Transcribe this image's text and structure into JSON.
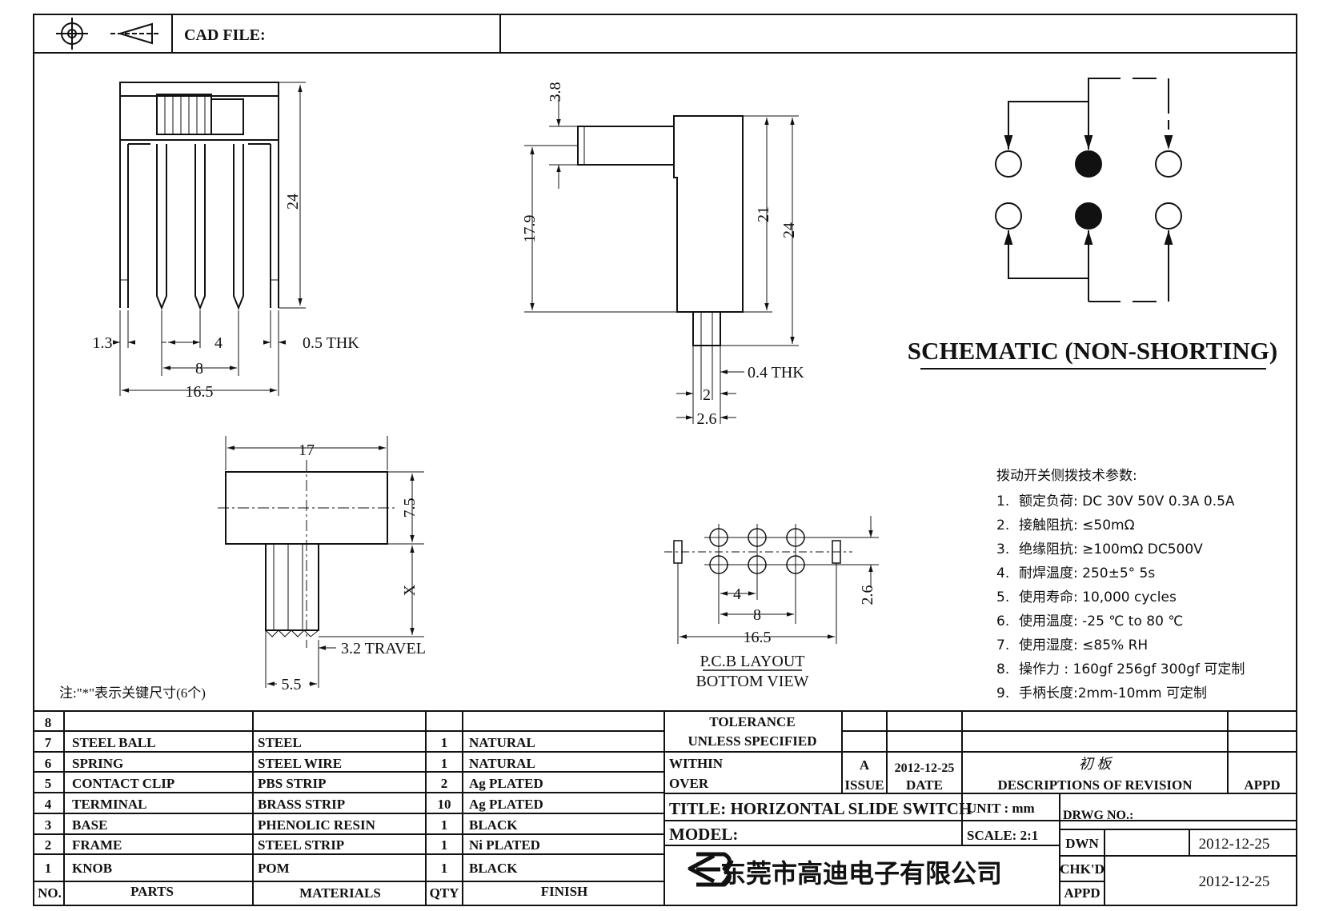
{
  "header": {
    "cad_label": "CAD FILE:",
    "cad_value": "",
    "projection_icons": [
      "crosshair-circle-icon",
      "third-angle-cone-icon"
    ]
  },
  "front_view": {
    "dims": {
      "height": "24",
      "pin_width": "1.3",
      "pitch": "4",
      "thickness": "0.5  THK",
      "span": "8",
      "overall": "16.5"
    }
  },
  "side_view": {
    "dims": {
      "knob_h": "3.8",
      "knob_pos": "17.9",
      "body": "21",
      "overall": "24",
      "thickness": "0.4  THK",
      "pin_gap": "2",
      "pin_span": "2.6"
    }
  },
  "top_view": {
    "dims": {
      "length": "17",
      "width": "7.5",
      "knob_len": "X",
      "travel": "3.2  TRAVEL",
      "knob_w": "5.5"
    }
  },
  "pcb": {
    "dims": {
      "pitch": "4",
      "span": "8",
      "overall": "16.5",
      "row_gap": "2.6"
    },
    "caption_1": "P.C.B LAYOUT",
    "caption_2": "BOTTOM  VIEW"
  },
  "schematic": {
    "caption": "SCHEMATIC (NON-SHORTING)"
  },
  "note": "注:\"*\"表示关键尺寸(6个)",
  "params": {
    "title": "拨动开关侧拨技术参数:",
    "items": [
      {
        "no": "1.",
        "text": "额定负荷: DC 30V    50V    0.3A    0.5A"
      },
      {
        "no": "2.",
        "text": "接触阻抗: ≤50mΩ"
      },
      {
        "no": "3.",
        "text": "绝缘阻抗: ≥100mΩ   DC500V"
      },
      {
        "no": "4.",
        "text": "耐焊温度: 250±5°  5s"
      },
      {
        "no": "5.",
        "text": "使用寿命: 10,000 cycles"
      },
      {
        "no": "6.",
        "text": "使用温度: -25  ℃  to 80  ℃"
      },
      {
        "no": "7.",
        "text": "使用湿度: ≤85% RH"
      },
      {
        "no": "8.",
        "text": "操作力 : 160gf    256gf    300gf  可定制"
      },
      {
        "no": "9.",
        "text": "手柄长度:2mm-10mm   可定制"
      }
    ]
  },
  "bom": {
    "headers": {
      "no": "NO.",
      "parts": "PARTS",
      "materials": "MATERIALS",
      "qty": "QTY",
      "finish": "FINISH"
    },
    "rows": [
      {
        "no": "8",
        "part": "",
        "material": "",
        "qty": "",
        "finish": ""
      },
      {
        "no": "7",
        "part": "STEEL  BALL",
        "material": "STEEL",
        "qty": "1",
        "finish": "NATURAL"
      },
      {
        "no": "6",
        "part": "SPRING",
        "material": "STEEL  WIRE",
        "qty": "1",
        "finish": "NATURAL"
      },
      {
        "no": "5",
        "part": "CONTACT  CLIP",
        "material": "PBS  STRIP",
        "qty": "2",
        "finish": "Ag  PLATED"
      },
      {
        "no": "4",
        "part": "TERMINAL",
        "material": "BRASS  STRIP",
        "qty": "10",
        "finish": "Ag  PLATED"
      },
      {
        "no": "3",
        "part": "BASE",
        "material": "PHENOLIC  RESIN",
        "qty": "1",
        "finish": "BLACK"
      },
      {
        "no": "2",
        "part": "FRAME",
        "material": "STEEL  STRIP",
        "qty": "1",
        "finish": "Ni  PLATED"
      },
      {
        "no": "1",
        "part": "KNOB",
        "material": "POM",
        "qty": "1",
        "finish": "BLACK"
      }
    ]
  },
  "title_block": {
    "tolerance_1": "TOLERANCE",
    "tolerance_2": "UNLESS    SPECIFIED",
    "within": "WITHIN",
    "over": "OVER",
    "issue_value": "A",
    "issue_date": "2012-12-25",
    "issue_label": "ISSUE",
    "date_label": "DATE",
    "revision_note": "初  板",
    "description_label": "DESCRIPTIONS  OF  REVISION",
    "appd_label": "APPD",
    "title_label": "TITLE:  HORIZONTAL  SLIDE  SWITCH",
    "unit_label": "UNIT : mm",
    "drwg_label": "DRWG  NO.:",
    "model_label": "MODEL:",
    "scale_label": "SCALE:  2:1",
    "dwn_label": "DWN",
    "dwn_date": "2012-12-25",
    "chkd_label": "CHK'D",
    "appd2_label": "APPD",
    "chk_date": "2012-12-25",
    "company": "东莞市高迪电子有限公司",
    "logo_icon": "gd-logo-icon"
  }
}
